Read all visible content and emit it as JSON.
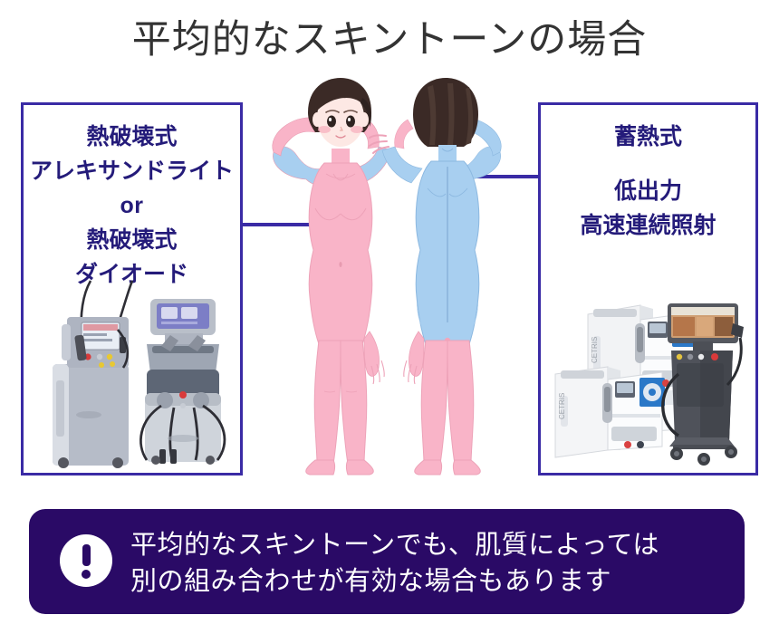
{
  "page": {
    "title": "平均的なスキントーンの場合",
    "background_color": "#ffffff"
  },
  "colors": {
    "accent_border": "#3a2ba5",
    "panel_text": "#241b7a",
    "banner_bg": "#2a0a66",
    "banner_text": "#ffffff",
    "title_text": "#333333",
    "skin_pink": "#f9b4c8",
    "skin_blue": "#a8cff0",
    "hair_dark": "#3b2a26"
  },
  "left_panel": {
    "name": "thermal-destruction-panel",
    "lines": [
      "熱破壊式",
      "アレキサンドライト",
      "or",
      "熱破壊式",
      "ダイオード"
    ],
    "devices": [
      {
        "name": "alexandrite-laser-machine",
        "label": ""
      },
      {
        "name": "diode-laser-machine",
        "label": ""
      }
    ]
  },
  "right_panel": {
    "name": "heat-accumulation-panel",
    "lines": [
      "蓄熱式",
      "低出力",
      "高速連続照射"
    ],
    "devices": [
      {
        "name": "white-laser-machine-rear",
        "label": ""
      },
      {
        "name": "white-laser-machine-front",
        "label": ""
      },
      {
        "name": "dark-touchscreen-laser-machine",
        "label": ""
      }
    ]
  },
  "figures": {
    "front": {
      "name": "female-figure-front-view",
      "body_color": "#f9b4c8",
      "accent_color": "#a8cff0",
      "hair_color": "#3b2a26"
    },
    "back": {
      "name": "female-figure-back-view",
      "body_color": "#a8cff0",
      "accent_color": "#f9b4c8",
      "hair_color": "#3b2a26"
    }
  },
  "notice": {
    "icon": "exclamation-icon",
    "lines": [
      "平均的なスキントーンでも、肌質によっては",
      "別の組み合わせが有効な場合もあります"
    ]
  }
}
